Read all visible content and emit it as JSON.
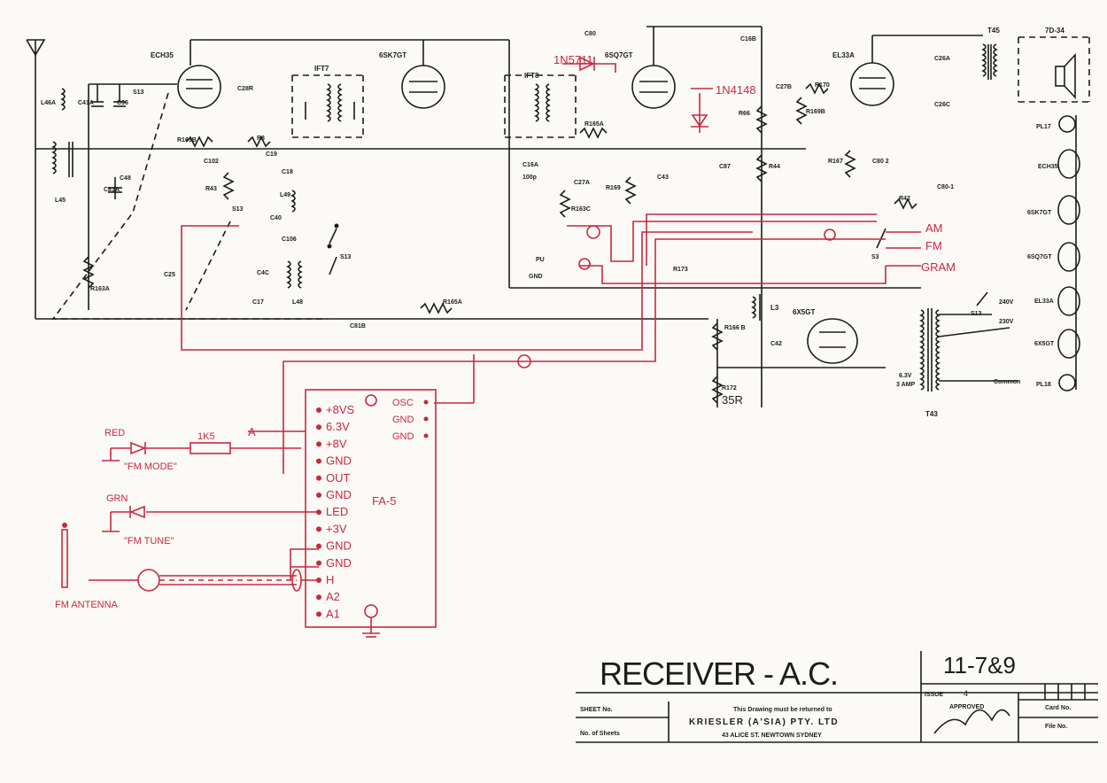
{
  "title_block": {
    "title": "RECEIVER - A.C.",
    "drawing_number": "11-7&9",
    "issue_label": "ISSUE",
    "issue_number": "4",
    "approved_label": "APPROVED",
    "sheet_no_label": "SHEET No.",
    "num_sheets_label": "No. of Sheets",
    "return_note": "This Drawing must be returned to",
    "company": "KRIESLER (A'SIA) PTY. LTD",
    "address": "43 ALICE ST. NEWTOWN SYDNEY",
    "card_no_label": "Card No.",
    "file_no_label": "File No."
  },
  "tubes": {
    "ech35": "ECH35",
    "k6skpgt": "6SK7GT",
    "k6sq7gt": "6SQ7GT",
    "el33a": "EL33A",
    "k6x5gt": "6X5GT"
  },
  "transformers": {
    "ift7": "IFT7",
    "ift8": "IFT8",
    "t45": "T45",
    "t43": "T43",
    "speaker": "7D-34",
    "l3": "L3"
  },
  "components": {
    "l46a": "L46A",
    "c41a": "C41A",
    "c36": "C36",
    "s13_a": "S13",
    "l45": "L45",
    "c81a": "C81A",
    "c48": "C48",
    "r163b": "R163B",
    "c102": "C102",
    "c28r": "C28R",
    "r8": "R8",
    "c19": "C19",
    "r43": "R43",
    "s13_b": "S13",
    "c18": "C18",
    "l49": "L49",
    "c40": "C40",
    "c106": "C106",
    "c4c": "C4C",
    "c17": "C17",
    "l48": "L48",
    "s13_c": "S13",
    "r163a": "R163A",
    "c25": "C25",
    "c81b": "C81B",
    "r165a": "R165A",
    "c80": "C80",
    "c16b": "C16B",
    "c16a": "C16A",
    "c16a_val": "100p",
    "c27a": "C27A",
    "r163c": "R163C",
    "r165a_b": "R165A",
    "r169": "R169",
    "c43": "C43",
    "r173": "R173",
    "r66": "R66",
    "c27b": "C27B",
    "r169b": "R169B",
    "r170": "R170",
    "r167": "R167",
    "c80_2": "C80 2",
    "c26a": "C26A",
    "c26c": "C26C",
    "c87": "C87",
    "r44": "R44",
    "c80_1": "C80-1",
    "r42": "R42",
    "s3": "S3",
    "r166b": "R166 B",
    "c42": "C42",
    "r172": "R172",
    "s13_d": "S13",
    "v240a": "240V",
    "v230a": "230V",
    "common": "Common",
    "v63": "6.3V",
    "a3": "3 AMP",
    "pl1": "PL17",
    "pl18": "PL18",
    "chk_ech35": "ECH35",
    "chk_6sk7": "6SK7GT",
    "chk_6sq7": "6SQ7GT",
    "chk_el33": "EL33A",
    "chk_6x5": "6X5GT",
    "pu": "PU",
    "gnd_pu": "GND",
    "r335": "35R"
  },
  "red_mods": {
    "d1n5711": "1N5711",
    "d1n4148": "1N4148",
    "am": "AM",
    "fm": "FM",
    "gram": "GRAM",
    "resistor_1k5": "1K5",
    "a_marker": "A",
    "red_led": "RED",
    "fm_mode": "\"FM MODE\"",
    "grn_led": "GRN",
    "fm_tune": "\"FM TUNE\"",
    "fm_antenna": "FM ANTENNA",
    "module_name": "FA-5",
    "module_pins_left": [
      "+8VS",
      "6.3V",
      "+8V",
      "GND",
      "OUT",
      "GND",
      "LED",
      "+3V",
      "GND",
      "GND",
      "H",
      "A2",
      "A1"
    ],
    "module_pins_right": [
      "OSC",
      "GND",
      "GND"
    ]
  }
}
